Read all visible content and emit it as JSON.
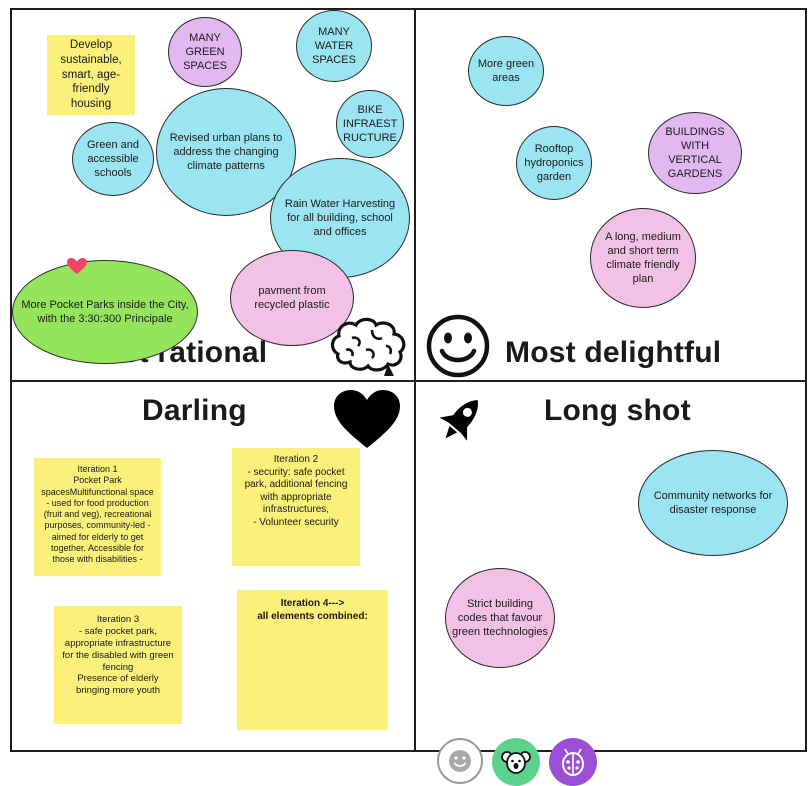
{
  "quadrants": {
    "top_left": {
      "title": "Most rational",
      "sticky": "Develop sustainable, smart, age-friendly housing",
      "bubbles": {
        "green_spaces": "MANY GREEN SPACES",
        "water_spaces": "MANY WATER SPACES",
        "bike": "BIKE INFRAEST RUCTURE",
        "schools": "Green and accessible schools",
        "urban_plans": "Revised urban plans to address the changing climate patterns",
        "rain_water": "Rain Water Harvesting for all building, school and offices",
        "pocket_parks": "More Pocket Parks inside the City, with the 3:30:300 Principale",
        "pavement": "pavment from recycled plastic"
      }
    },
    "top_right": {
      "title": "Most delightful",
      "bubbles": {
        "green_areas": "More green areas",
        "rooftop": "Rooftop hydroponics garden",
        "vertical_gardens": "BUILDINGS WITH VERTICAL GARDENS",
        "climate_plan": "A long, medium and short term climate friendly plan"
      }
    },
    "bottom_left": {
      "title": "Darling",
      "notes": {
        "iteration1": "Iteration 1\nPocket Park\nspacesMultifunctional space - used for food production (fruit and veg), recreational purposes, community-led - aimed for elderly to get together. Accessible for those with disabilities -",
        "iteration2": "Iteration 2\n- security: safe pocket park, additional fencing with appropriate infrastructures,\n- Volunteer security",
        "iteration3": "Iteration 3\n- safe pocket park, appropriate infrastructure for the disabled with green fencing\nPresence of elderly bringing more youth",
        "iteration4": "Iteration 4--->\nall elements combined:"
      }
    },
    "bottom_right": {
      "title": "Long shot",
      "bubbles": {
        "community": "Community networks for disaster response",
        "building_codes": "Strict building codes that favour green ttechnologies"
      }
    }
  },
  "colors": {
    "sticky": "#fbf07a",
    "blue_bubble": "#9be5f3",
    "pink_bubble": "#f3c0e6",
    "lilac_bubble": "#e2b8f1",
    "green_bubble": "#95e55c",
    "heart_reaction": "#ee4466"
  },
  "icons": [
    "brain-icon",
    "smiley-icon",
    "heart-icon",
    "rocket-icon",
    "heart-reaction-icon",
    "smiley-dock-icon",
    "koala-dock-icon",
    "ladybug-dock-icon"
  ]
}
